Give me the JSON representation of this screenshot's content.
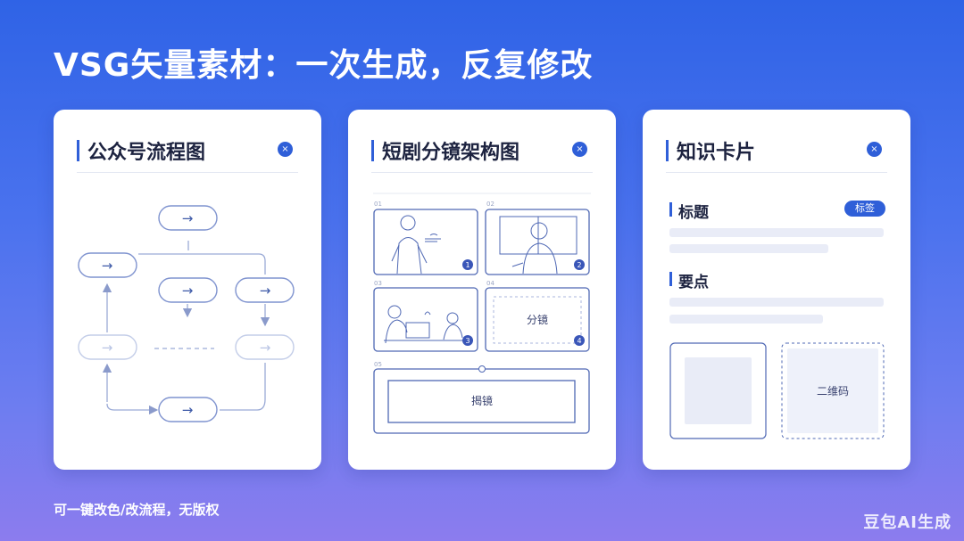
{
  "headline": "VSG矢量素材：一次生成，反复修改",
  "icons": {
    "close": "close-icon",
    "arrow": "arrow-right-icon",
    "numbered_marker": "number-badge"
  },
  "accent_color": "#2f5fd8",
  "cards": [
    {
      "title": "公众号流程图",
      "close_label": "×"
    },
    {
      "title": "短剧分镜架构图",
      "close_label": "×",
      "panels": [
        {
          "num_label": "01",
          "badge": "1"
        },
        {
          "num_label": "02",
          "badge": "2"
        },
        {
          "num_label": "03",
          "badge": "3"
        },
        {
          "num_label": "04",
          "badge": "4",
          "placeholder": "分镜"
        },
        {
          "num_label": "05",
          "placeholder": "揭镜"
        }
      ]
    },
    {
      "title": "知识卡片",
      "close_label": "×",
      "section_title": "标题",
      "tag": "标签",
      "section_points": "要点",
      "qr_label": "二维码"
    }
  ],
  "footer": "可一键改色/改流程，无版权",
  "watermark": "豆包AI生成"
}
